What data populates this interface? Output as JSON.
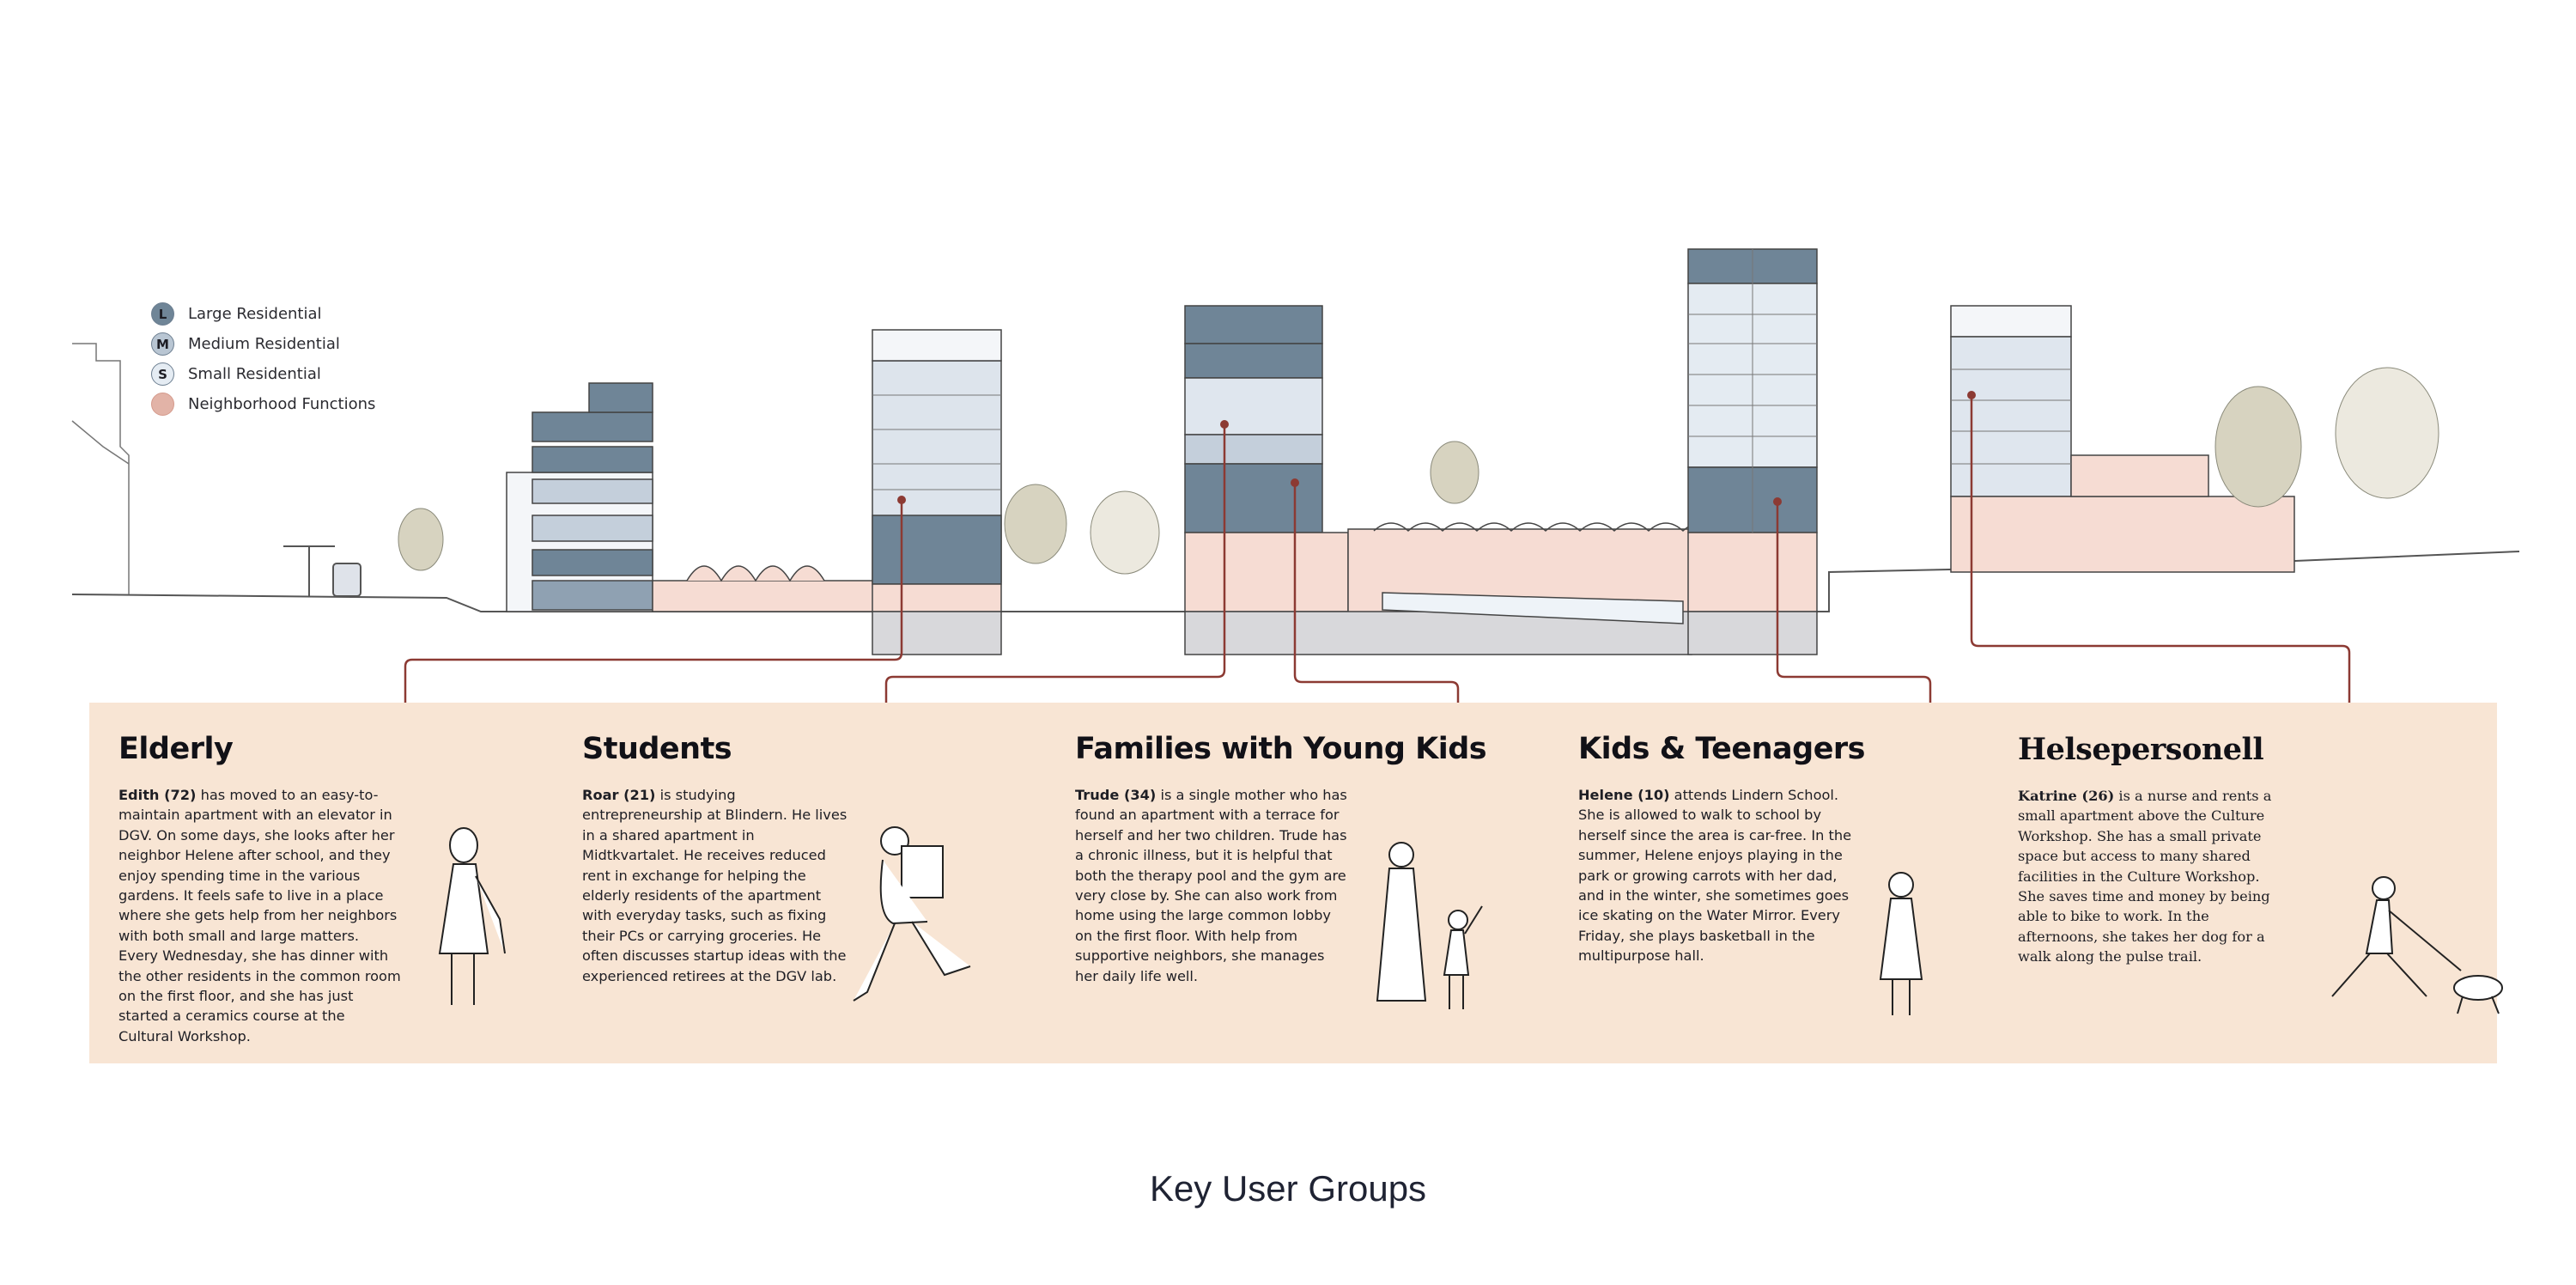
{
  "legend": [
    {
      "letter": "L",
      "label": "Large Residential",
      "color": "#6f8597",
      "text_color": "#1b2430"
    },
    {
      "letter": "M",
      "label": "Medium Residential",
      "color": "#b9c6d3",
      "text_color": "#1b2430"
    },
    {
      "letter": "S",
      "label": "Small Residential",
      "color": "#e5ecf3",
      "text_color": "#1b2430"
    },
    {
      "letter": "",
      "label": "Neighborhood Functions",
      "color": "#e2b3a7",
      "text_color": "#1b2430"
    }
  ],
  "groups": [
    {
      "title": "Elderly",
      "name": "Edith (72)",
      "text": " has moved to an easy-to-maintain apartment with an elevator in DGV. On some days, she looks after her neighbor Helene after school, and they enjoy spending time in the various gardens. It feels safe to live in a place where she gets help from her neighbors with both small and large matters. Every Wednesday, she has dinner with the other residents in the common room on the first floor, and she has just started a ceramics course at the Cultural Workshop."
    },
    {
      "title": "Students",
      "name": "Roar (21)",
      "text": " is studying entrepreneurship at Blindern. He lives in a shared apartment in Midtkvartalet. He receives reduced rent in exchange for helping the elderly residents of the apartment with everyday tasks, such as fixing their PCs or carrying groceries. He often discusses startup ideas with the experienced retirees at the DGV lab."
    },
    {
      "title": "Families with Young Kids",
      "name": "Trude (34)",
      "text": " is a single mother who has found an apartment with a terrace for herself and her two children. Trude has a chronic illness, but it is helpful that both the therapy pool and the gym are very close by. She can also work from home using the large common lobby on the first floor. With help from supportive neighbors, she manages her daily life well."
    },
    {
      "title": "Kids & Teenagers",
      "name": "Helene (10)",
      "text": " attends Lindern School. She is allowed to walk to school by herself since the area is car-free. In the summer, Helene enjoys playing in the park or growing carrots with her dad, and in the winter, she sometimes goes ice skating on the Water Mirror. Every Friday, she plays basketball in the multipurpose hall."
    },
    {
      "title": "Helsepersonell",
      "name": "Katrine (26)",
      "text": " is a nurse and rents a small apartment above the Culture Workshop. She has a small private space but access to many shared facilities in the Culture Workshop. She saves time and money by being able to bike to work. In the afternoons, she takes her dog for a walk along the pulse trail."
    }
  ],
  "footer": {
    "title": "Key User Groups"
  },
  "colors": {
    "band": "#f8e5d4",
    "leader": "#8c3a33",
    "large": "#6f8597",
    "medium": "#b9c6d3",
    "small": "#e5ecf3",
    "functions": "#f1d8cf"
  }
}
